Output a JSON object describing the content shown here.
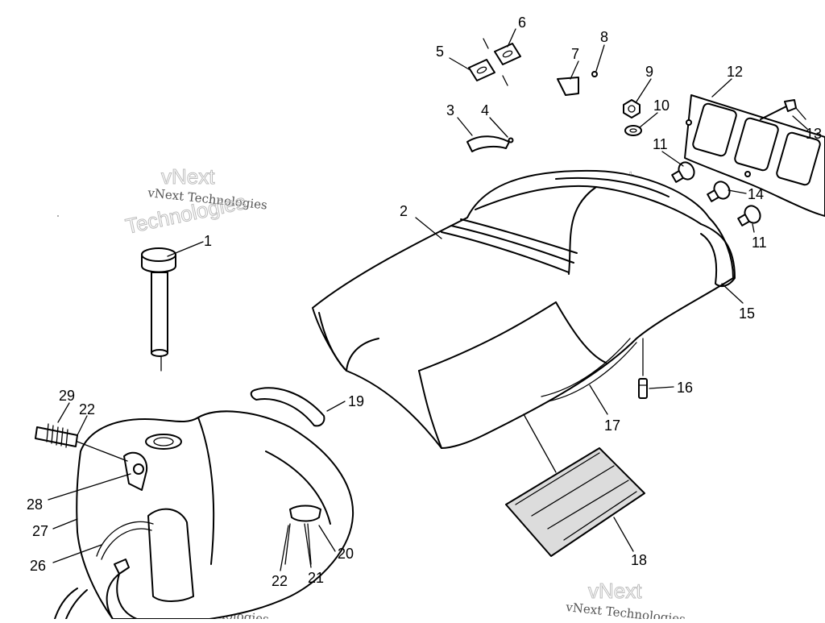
{
  "watermark": {
    "line1": "vNext Technologies",
    "line2": "Technologies",
    "line3": "vNext"
  },
  "callouts": [
    {
      "label": "1"
    },
    {
      "label": "2"
    },
    {
      "label": "3"
    },
    {
      "label": "4"
    },
    {
      "label": "5"
    },
    {
      "label": "6"
    },
    {
      "label": "7"
    },
    {
      "label": "8"
    },
    {
      "label": "9"
    },
    {
      "label": "10"
    },
    {
      "label": "11"
    },
    {
      "label": "12"
    },
    {
      "label": "13"
    },
    {
      "label": "14"
    },
    {
      "label": "11"
    },
    {
      "label": "15"
    },
    {
      "label": "16"
    },
    {
      "label": "17"
    },
    {
      "label": "18"
    },
    {
      "label": "19"
    },
    {
      "label": "20"
    },
    {
      "label": "21"
    },
    {
      "label": "22"
    },
    {
      "label": "22"
    },
    {
      "label": "29"
    },
    {
      "label": "28"
    },
    {
      "label": "27"
    },
    {
      "label": "26"
    }
  ]
}
